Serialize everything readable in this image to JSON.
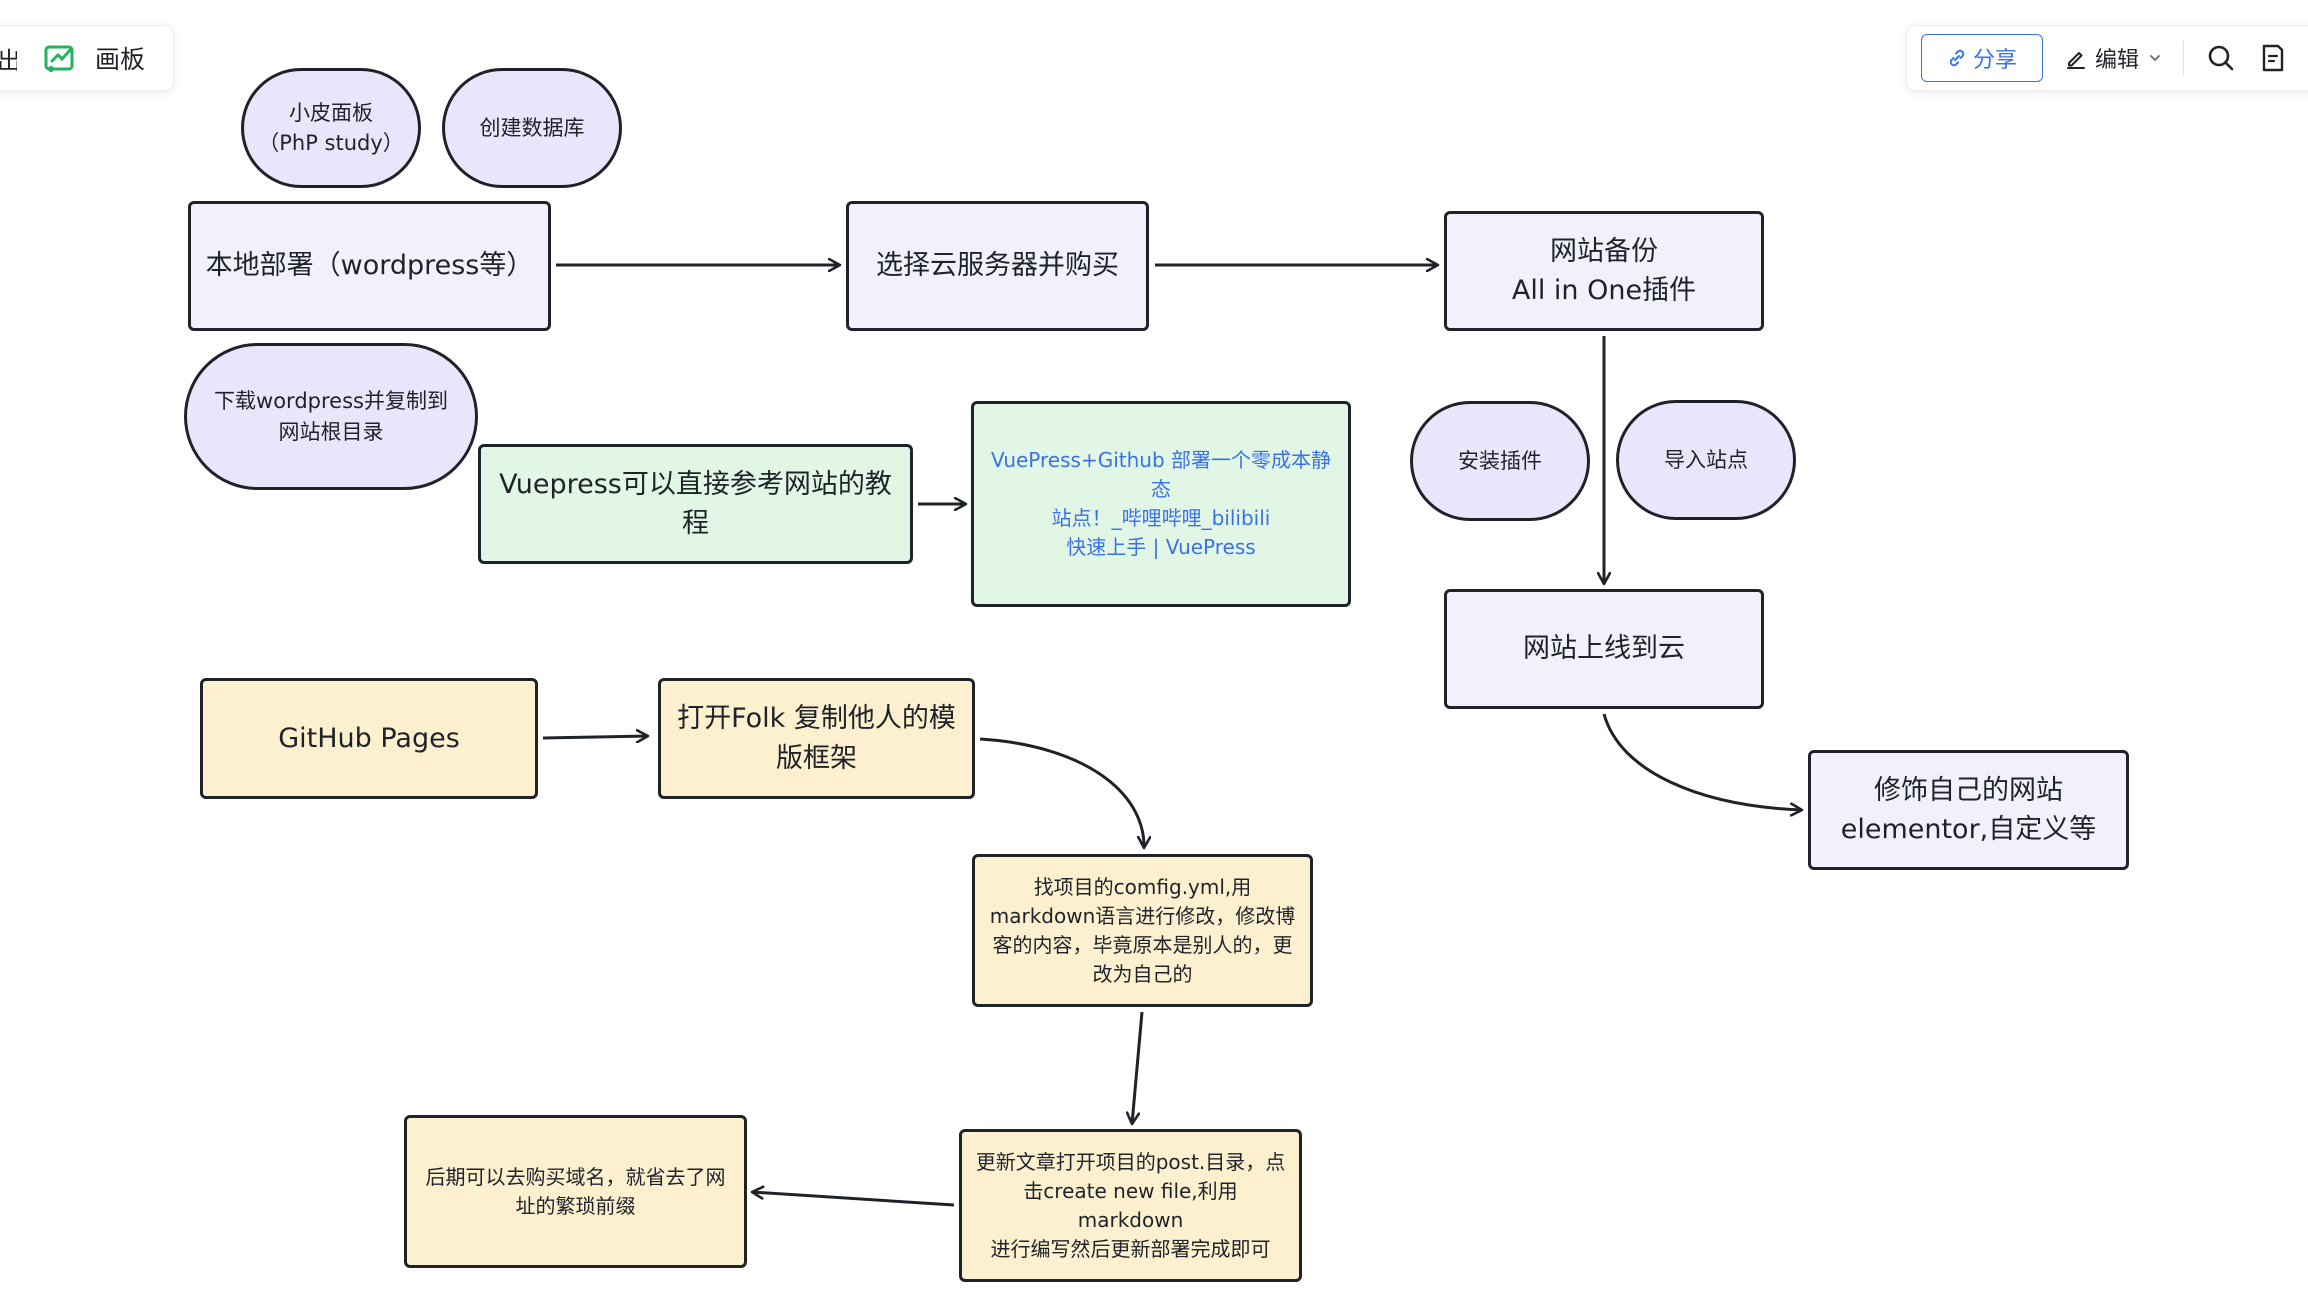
{
  "toolbar_left": {
    "cut_label": "出",
    "board_label": "画板"
  },
  "toolbar_right": {
    "share_label": "分享",
    "edit_label": "编辑"
  },
  "nodes": {
    "local_deploy": "本地部署（wordpress等）",
    "pill_phpstudy": "小皮面板\n（PhP study）",
    "pill_create_db": "创建数据库",
    "pill_download_wp": "下载wordpress并复制到\n网站根目录",
    "choose_cloud": "选择云服务器并购买",
    "backup": "网站备份\nAll in One插件",
    "pill_install_plugin": "安装插件",
    "pill_import_site": "导入站点",
    "online": "网站上线到云",
    "decorate": "修饰自己的网站\nelementor,自定义等",
    "vuepress_ref": "Vuepress可以直接参考网站的教程",
    "vuepress_link": "VuePress+Github 部署一个零成本静态\n站点！_哔哩哔哩_bilibili\n快速上手 | VuePress",
    "github_pages": "GitHub Pages",
    "open_folk": "打开Folk 复制他人的模\n版框架",
    "config_yml": "找项目的comfig.yml,用\nmarkdown语言进行修改，修改博\n客的内容，毕竟原本是别人的，更\n改为自己的",
    "update_post": "更新文章打开项目的post.目录，点\n击create new file,利用markdown\n进行编写然后更新部署完成即可",
    "buy_domain": "后期可以去购买域名，就省去了网\n址的繁琐前缀"
  },
  "colors": {
    "purple_fill": "#f0f1fb",
    "pill_fill": "#e9e5fa",
    "green_fill": "#e2f6e6",
    "yellow_fill": "#fcf0cf",
    "stroke": "#1f2329",
    "link": "#3a72e6",
    "board_icon": "#22b35e"
  }
}
